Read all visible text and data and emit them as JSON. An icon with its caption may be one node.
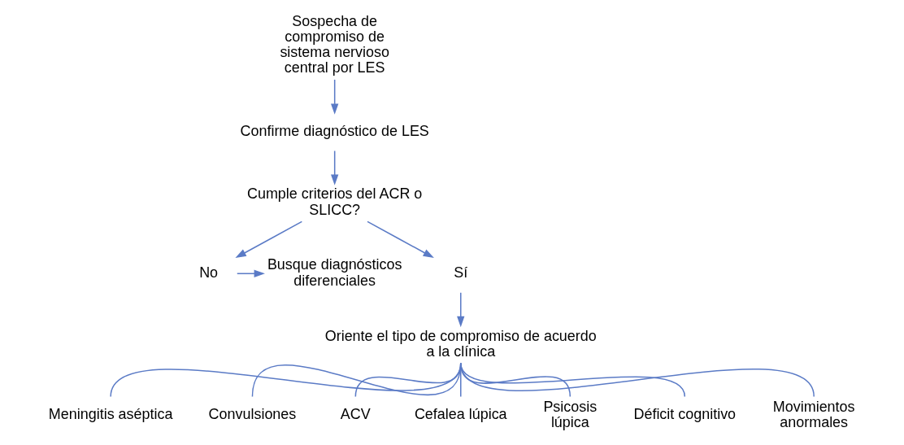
{
  "diagram": {
    "nodes": [
      {
        "text": [
          "Sospecha de compromiso de sistema nervioso central por LES"
        ]
      },
      {
        "text": [
          "Confirme diagnóstico de LES"
        ]
      },
      {
        "text": [
          "Cumple criterios del ACR o SLICC?"
        ]
      },
      {
        "text": [
          "No"
        ]
      },
      {
        "text": [
          "Busque diagnósticos diferenciales"
        ]
      },
      {
        "text": [
          "Sí"
        ]
      },
      {
        "text": [
          "Oriente el tipo de compromiso de acuerdo a la clínica"
        ]
      },
      {
        "text": [
          "Meningitis aséptica"
        ]
      },
      {
        "text": [
          "Convulsiones"
        ]
      },
      {
        "text": [
          "ACV"
        ]
      },
      {
        "text": [
          "Cefalea lúpica"
        ]
      },
      {
        "text": [
          "Psicosis lúpica"
        ]
      },
      {
        "text": [
          "Déficit cognitivo"
        ]
      },
      {
        "text": [
          "Movimientos anormales"
        ]
      }
    ],
    "edges": [
      {
        "from": 0,
        "to": 1,
        "arrow": "to"
      },
      {
        "from": 1,
        "to": 2,
        "arrow": "to"
      },
      {
        "from": 2,
        "to": 3,
        "arrow": "to"
      },
      {
        "from": 3,
        "to": 4,
        "arrow": "to"
      },
      {
        "from": 2,
        "to": 5,
        "arrow": "to"
      },
      {
        "from": 5,
        "to": 6,
        "arrow": "to"
      },
      {
        "from": 6,
        "to": 7,
        "arrow": "none"
      },
      {
        "from": 6,
        "to": 8,
        "arrow": "none"
      },
      {
        "from": 6,
        "to": 9,
        "arrow": "none"
      },
      {
        "from": 6,
        "to": 10,
        "arrow": "none"
      },
      {
        "from": 6,
        "to": 11,
        "arrow": "none"
      },
      {
        "from": 6,
        "to": 12,
        "arrow": "none"
      },
      {
        "from": 6,
        "to": 13,
        "arrow": "none"
      }
    ]
  }
}
